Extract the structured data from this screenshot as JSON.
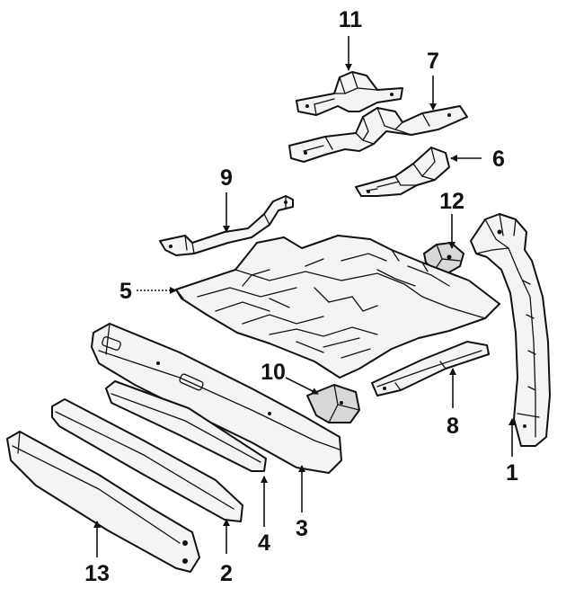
{
  "callouts": [
    {
      "id": "callout-1",
      "text": "1"
    },
    {
      "id": "callout-2",
      "text": "2"
    },
    {
      "id": "callout-3",
      "text": "3"
    },
    {
      "id": "callout-4",
      "text": "4"
    },
    {
      "id": "callout-5",
      "text": "5"
    },
    {
      "id": "callout-6",
      "text": "6"
    },
    {
      "id": "callout-7",
      "text": "7"
    },
    {
      "id": "callout-8",
      "text": "8"
    },
    {
      "id": "callout-9",
      "text": "9"
    },
    {
      "id": "callout-10",
      "text": "10"
    },
    {
      "id": "callout-11",
      "text": "11"
    },
    {
      "id": "callout-12",
      "text": "12"
    },
    {
      "id": "callout-13",
      "text": "13"
    }
  ]
}
